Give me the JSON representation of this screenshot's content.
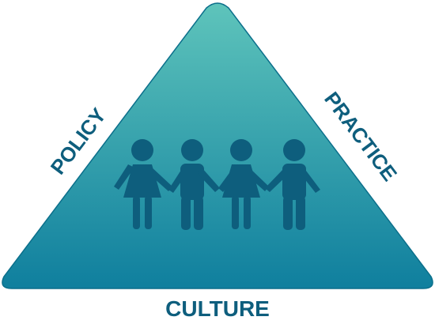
{
  "labels": {
    "left": "POLICY",
    "right": "PRACTICE",
    "bottom": "CULTURE"
  },
  "colors": {
    "triangle_top": "#5ec4bb",
    "triangle_bottom": "#0f7f9e",
    "triangle_edge": "#0b6f8b",
    "figures": "#0e5e7d",
    "label_text": "#0e5e7d"
  },
  "figures": [
    {
      "icon": "girl-icon"
    },
    {
      "icon": "boy-icon"
    },
    {
      "icon": "girl-icon"
    },
    {
      "icon": "boy-icon"
    }
  ]
}
